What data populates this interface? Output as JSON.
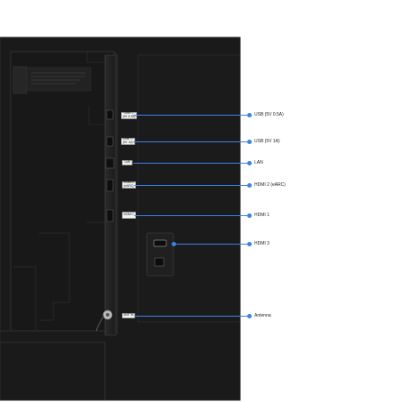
{
  "callouts": [
    {
      "label": "USB (5V 0.5A)",
      "tag": "USB ↔\n(5V 0.5A)"
    },
    {
      "label": "USB (5V 1A)",
      "tag": "USB ↔\n(5V 1A)"
    },
    {
      "label": "LAN",
      "tag": "LAN"
    },
    {
      "label": "HDMI 2 (eARC)",
      "tag": "HDMI 2\n(eARC)"
    },
    {
      "label": "HDMI 1",
      "tag": "HDMI 1"
    },
    {
      "label": "HDMI 3",
      "tag": ""
    },
    {
      "label": "Antenna",
      "tag": "ANT IN"
    }
  ],
  "colors": {
    "background": "#ffffff",
    "tv_body": "#161616",
    "accent": "#3b82e6"
  }
}
